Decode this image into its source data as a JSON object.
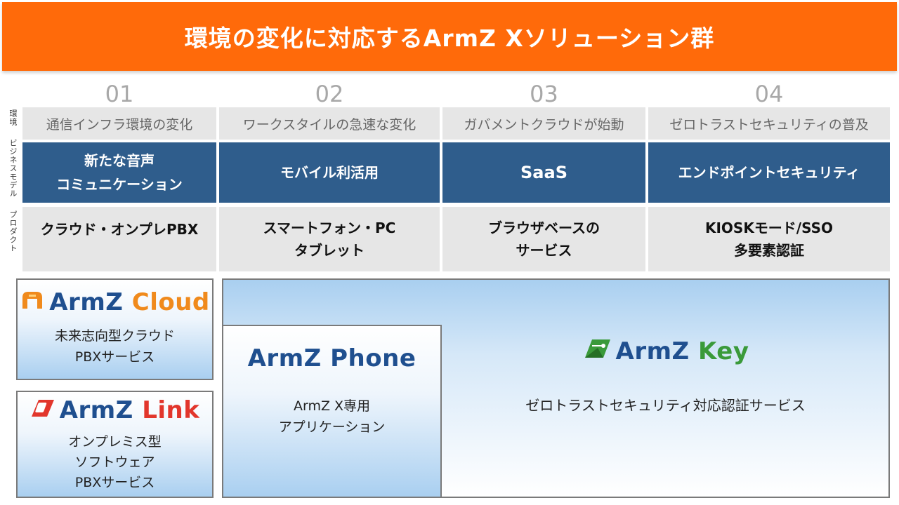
{
  "banner_title": "環境の変化に対応するArmZ Xソリューション群",
  "row_labels": {
    "environment": "環境",
    "business_model": "ビジネスモデル",
    "product": "プロダクト"
  },
  "columns": [
    {
      "number": "01",
      "environment": "通信インフラ環境の変化",
      "business_lines": [
        "新たな音声",
        "コミュニケーション"
      ],
      "product_lines": [
        "クラウド・オンプレPBX"
      ]
    },
    {
      "number": "02",
      "environment": "ワークスタイルの急速な変化",
      "business_lines": [
        "モバイル利活用"
      ],
      "product_lines": [
        "スマートフォン・PC",
        "タブレット"
      ]
    },
    {
      "number": "03",
      "environment": "ガバメントクラウドが始動",
      "business_lines": [
        "SaaS"
      ],
      "product_lines": [
        "ブラウザベースの",
        "サービス"
      ]
    },
    {
      "number": "04",
      "environment": "ゼロトラストセキュリティの普及",
      "business_lines": [
        "エンドポイントセキュリティ"
      ],
      "product_lines": [
        "KIOSKモード/SSO",
        "多要素認証"
      ]
    }
  ],
  "solutions": {
    "cloud": {
      "brand": "ArmZ",
      "suffix": "Cloud",
      "desc_lines": [
        "未来志向型クラウド",
        "PBXサービス"
      ]
    },
    "link": {
      "brand": "ArmZ",
      "suffix": "Link",
      "desc_lines": [
        "オンプレミス型",
        "ソフトウェア",
        "PBXサービス"
      ]
    },
    "phone": {
      "brand": "ArmZ",
      "suffix": "Phone",
      "desc_lines": [
        "ArmZ X専用",
        "アプリケーション"
      ]
    },
    "key": {
      "brand": "ArmZ",
      "suffix": "Key",
      "desc_lines": [
        "ゼロトラストセキュリティ対応認証サービス"
      ]
    }
  },
  "colors": {
    "banner": "#ff6a0a",
    "business_model_bg": "#2f5d8c",
    "row_bg": "#e6e6e6",
    "brand_blue": "#1f4f8f",
    "cloud_orange": "#f08a1c",
    "link_red": "#e2362c",
    "key_green": "#3a9a3a"
  },
  "icons": {
    "cloud": "cloud-logo-icon",
    "link": "link-logo-icon",
    "key": "key-logo-icon"
  }
}
